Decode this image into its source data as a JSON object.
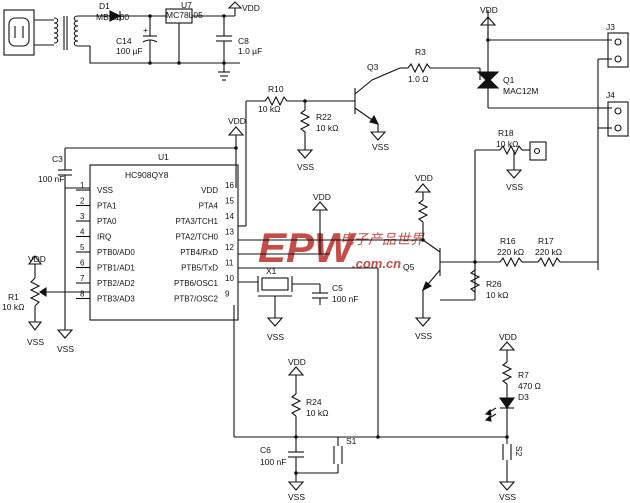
{
  "labels": {
    "vdd": "VDD",
    "vss": "VSS",
    "d1": "D1",
    "mbr160": "MBR160",
    "u7": "U7",
    "mc78l05": "MC78L05",
    "c14": "C14",
    "c14_val": "100 µF",
    "c8": "C8",
    "c8_val": "1.0 µF",
    "r10": "R10",
    "r10_val": "10 kΩ",
    "r22": "R22",
    "r22_val": "10 kΩ",
    "q3": "Q3",
    "r3": "R3",
    "r3_val": "1.0 Ω",
    "q1": "Q1",
    "q1_part": "MAC12M",
    "j3": "J3",
    "j4": "J4",
    "r18": "R18",
    "r18_val": "10 kΩ",
    "c3": "C3",
    "c3_val": "100 nF",
    "u1": "U1",
    "u1_part": "HC908QY8",
    "r1": "R1",
    "r1_val": "10 kΩ",
    "x1": "X1",
    "c5": "C5",
    "c5_val": "100 nF",
    "r24": "R24",
    "r24_val": "10 kΩ",
    "c6": "C6",
    "c6_val": "100 nF",
    "s1": "S1",
    "q5": "Q5",
    "r16": "R16",
    "r16_val": "220 kΩ",
    "r17": "R17",
    "r17_val": "220 kΩ",
    "r26": "R26",
    "r26_val": "10 kΩ",
    "r7": "R7",
    "r7_val": "470 Ω",
    "d3": "D3",
    "s2": "S2"
  },
  "u1_pins_left": [
    {
      "num": "1",
      "name": "VSS"
    },
    {
      "num": "2",
      "name": "PTA1"
    },
    {
      "num": "3",
      "name": "PTA0"
    },
    {
      "num": "4",
      "name": "IRQ"
    },
    {
      "num": "5",
      "name": "PTB0/AD0"
    },
    {
      "num": "6",
      "name": "PTB1/AD1"
    },
    {
      "num": "7",
      "name": "PTB2/AD2"
    },
    {
      "num": "8",
      "name": "PTB3/AD3"
    }
  ],
  "u1_pins_right": [
    {
      "num": "16",
      "name": "VDD"
    },
    {
      "num": "15",
      "name": "PTA4"
    },
    {
      "num": "14",
      "name": "PTA3/TCH1"
    },
    {
      "num": "13",
      "name": "PTA2/TCH0"
    },
    {
      "num": "12",
      "name": "PTB4/RxD"
    },
    {
      "num": "11",
      "name": "PTB5/TxD"
    },
    {
      "num": "10",
      "name": "PTB6/OSC1"
    },
    {
      "num": "9",
      "name": "PTB7/OSC2"
    }
  ],
  "watermark": {
    "logo": "EPW",
    "cn": "电子产品世界",
    "url": ".com.cn"
  }
}
